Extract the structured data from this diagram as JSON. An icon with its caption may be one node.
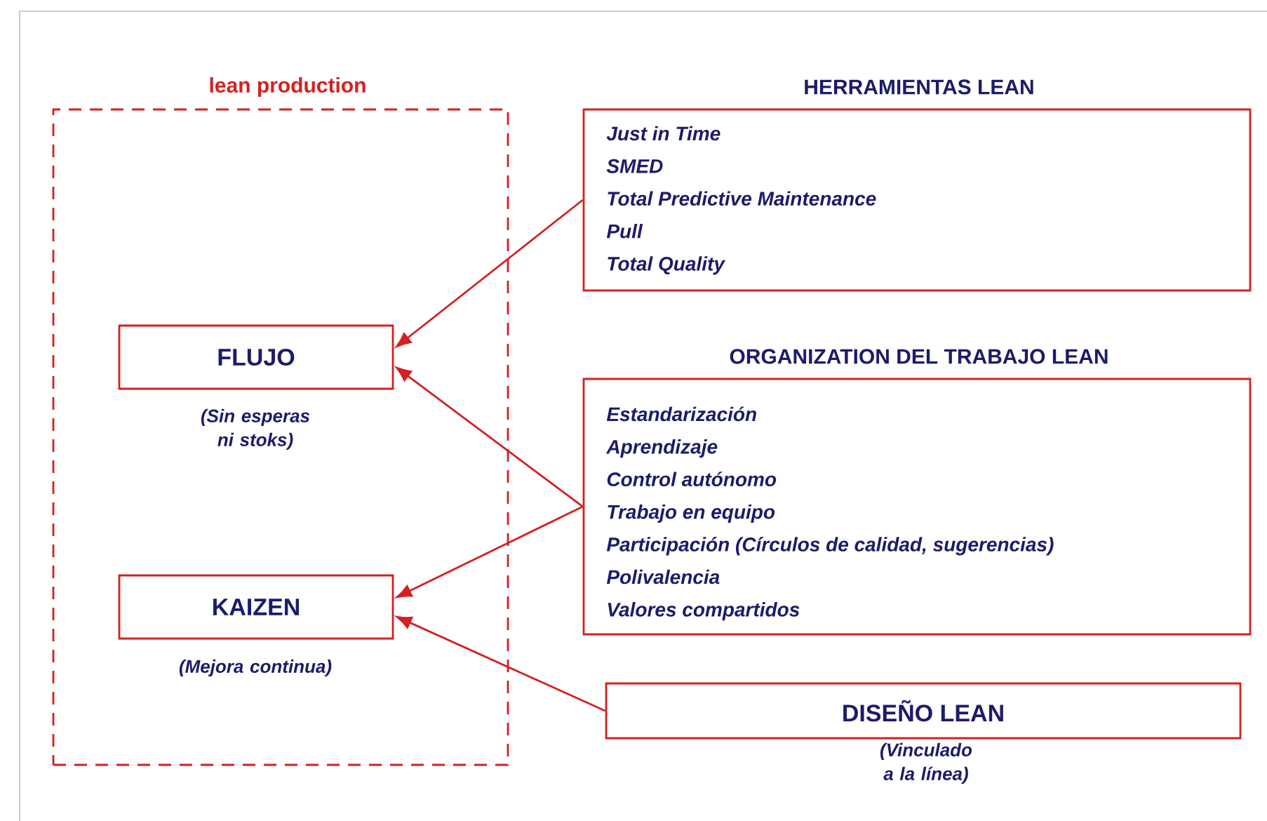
{
  "diagram": {
    "nodes": [
      {
        "text": [
          "lean production"
        ]
      },
      {
        "text": [
          "FLUJO"
        ],
        "beside": [
          "(Sin esperas ni stoks)"
        ],
        "in": 0
      },
      {
        "text": [
          "KAIZEN"
        ],
        "beside": [
          "(Mejora continua)"
        ],
        "in": 0
      },
      {
        "text": [
          "HERRAMIENTAS LEAN",
          "Just in Time",
          "SMED",
          "Total Predictive Maintenance",
          "Pull",
          "Total Quality"
        ]
      },
      {
        "text": [
          "ORGANIZATION DEL TRABAJO LEAN",
          "Estandarización",
          "Aprendizaje",
          "Control autónomo",
          "Trabajo en equipo",
          "Participación (Círculos de calidad, sugerencias)",
          "Polivalencia",
          "Valores compartidos"
        ]
      },
      {
        "text": [
          "DISEÑO LEAN"
        ],
        "beside": [
          "(Vinculado a la línea)"
        ]
      }
    ],
    "edges": [
      {
        "from": 3,
        "to": 1,
        "arrow": "to"
      },
      {
        "from": 4,
        "to": 1,
        "arrow": "to"
      },
      {
        "from": 4,
        "to": 2,
        "arrow": "to"
      },
      {
        "from": 5,
        "to": 2,
        "arrow": "to"
      }
    ]
  }
}
